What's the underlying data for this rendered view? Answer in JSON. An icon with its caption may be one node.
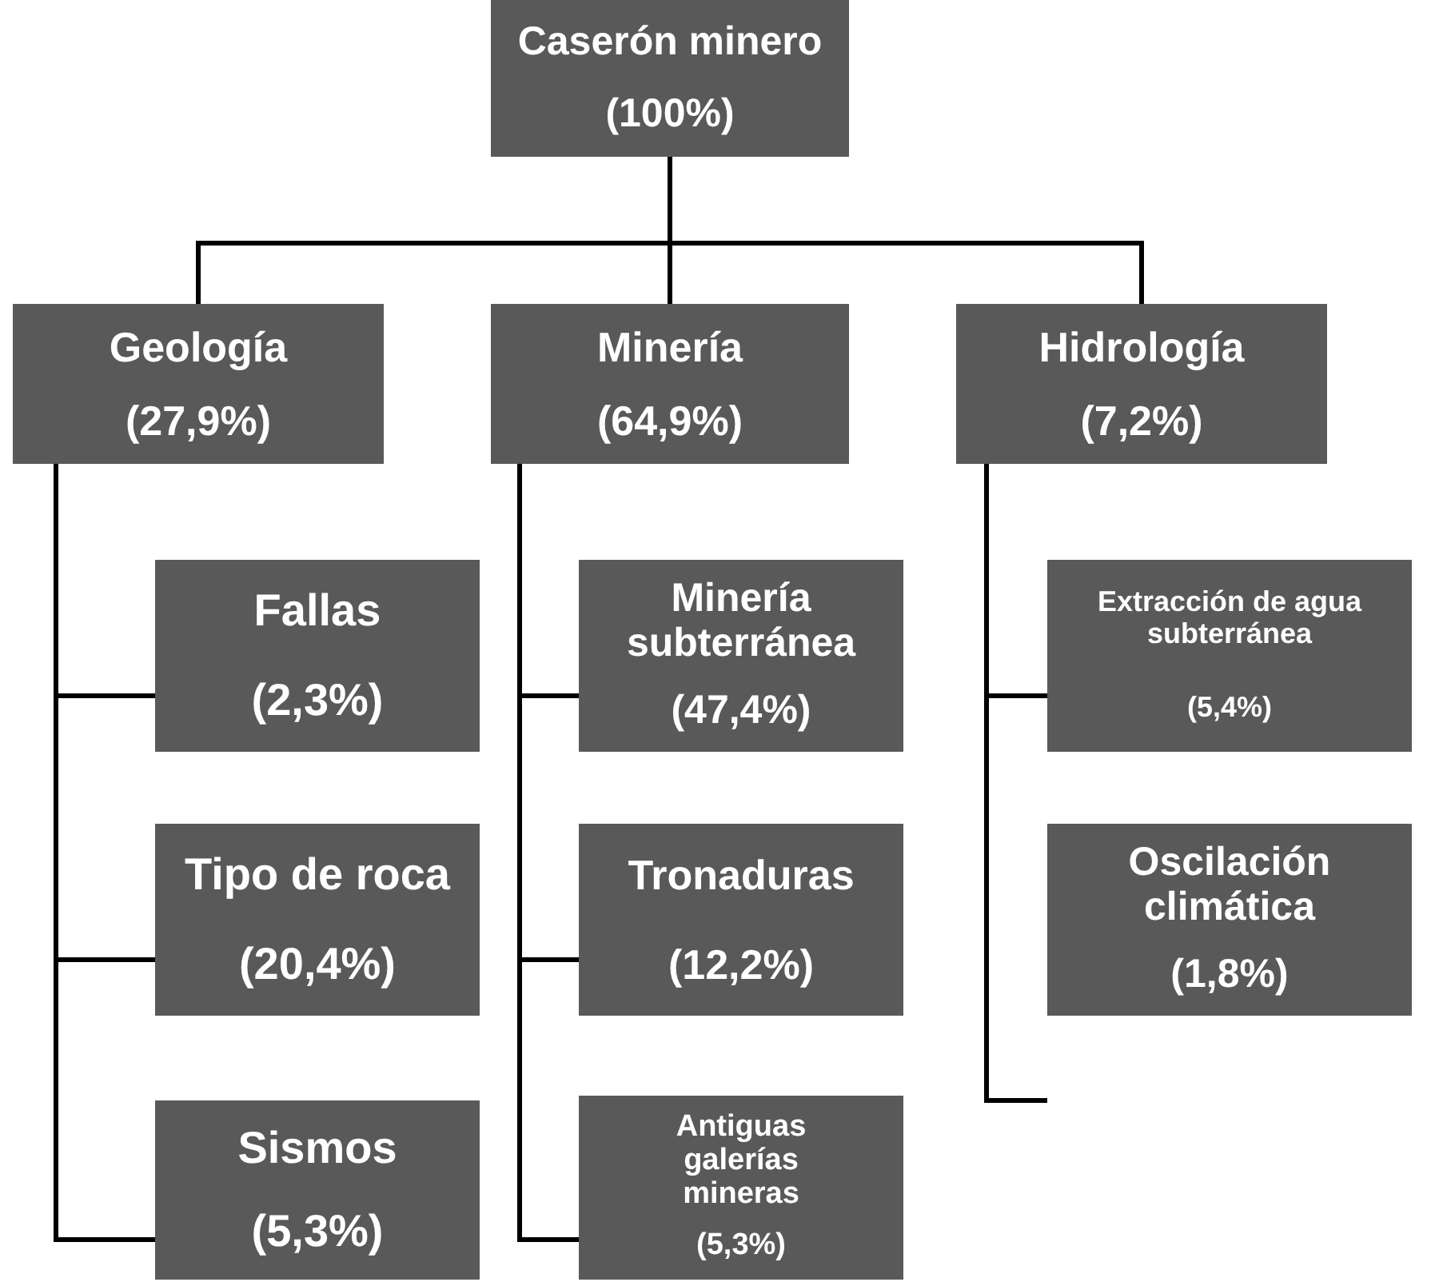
{
  "diagram": {
    "nodes": [
      {
        "text": [
          "Caserón minero",
          "(100%)"
        ]
      },
      {
        "text": [
          "Geología",
          "(27,9%)"
        ]
      },
      {
        "text": [
          "Minería",
          "(64,9%)"
        ]
      },
      {
        "text": [
          "Hidrología",
          "(7,2%)"
        ]
      },
      {
        "text": [
          "Fallas",
          "(2,3%)"
        ]
      },
      {
        "text": [
          "Tipo de roca",
          "(20,4%)"
        ]
      },
      {
        "text": [
          "Sismos",
          "(5,3%)"
        ]
      },
      {
        "text": [
          "Minería subterránea",
          "(47,4%)"
        ]
      },
      {
        "text": [
          "Tronaduras",
          "(12,2%)"
        ]
      },
      {
        "text": [
          "Antiguas galerías mineras",
          "(5,3%)"
        ]
      },
      {
        "text": [
          "Extracción de agua subterránea",
          "(5,4%)"
        ]
      },
      {
        "text": [
          "Oscilación climática",
          "(1,8%)"
        ]
      }
    ],
    "edges": [
      {
        "from": 0,
        "to": 1,
        "arrow": "none"
      },
      {
        "from": 0,
        "to": 2,
        "arrow": "none"
      },
      {
        "from": 0,
        "to": 3,
        "arrow": "none"
      },
      {
        "from": 1,
        "to": 4,
        "arrow": "none"
      },
      {
        "from": 1,
        "to": 5,
        "arrow": "none"
      },
      {
        "from": 1,
        "to": 6,
        "arrow": "none"
      },
      {
        "from": 2,
        "to": 7,
        "arrow": "none"
      },
      {
        "from": 2,
        "to": 8,
        "arrow": "none"
      },
      {
        "from": 2,
        "to": 9,
        "arrow": "none"
      },
      {
        "from": 3,
        "to": 10,
        "arrow": "none"
      },
      {
        "from": 3,
        "to": 11,
        "arrow": "none"
      }
    ]
  }
}
